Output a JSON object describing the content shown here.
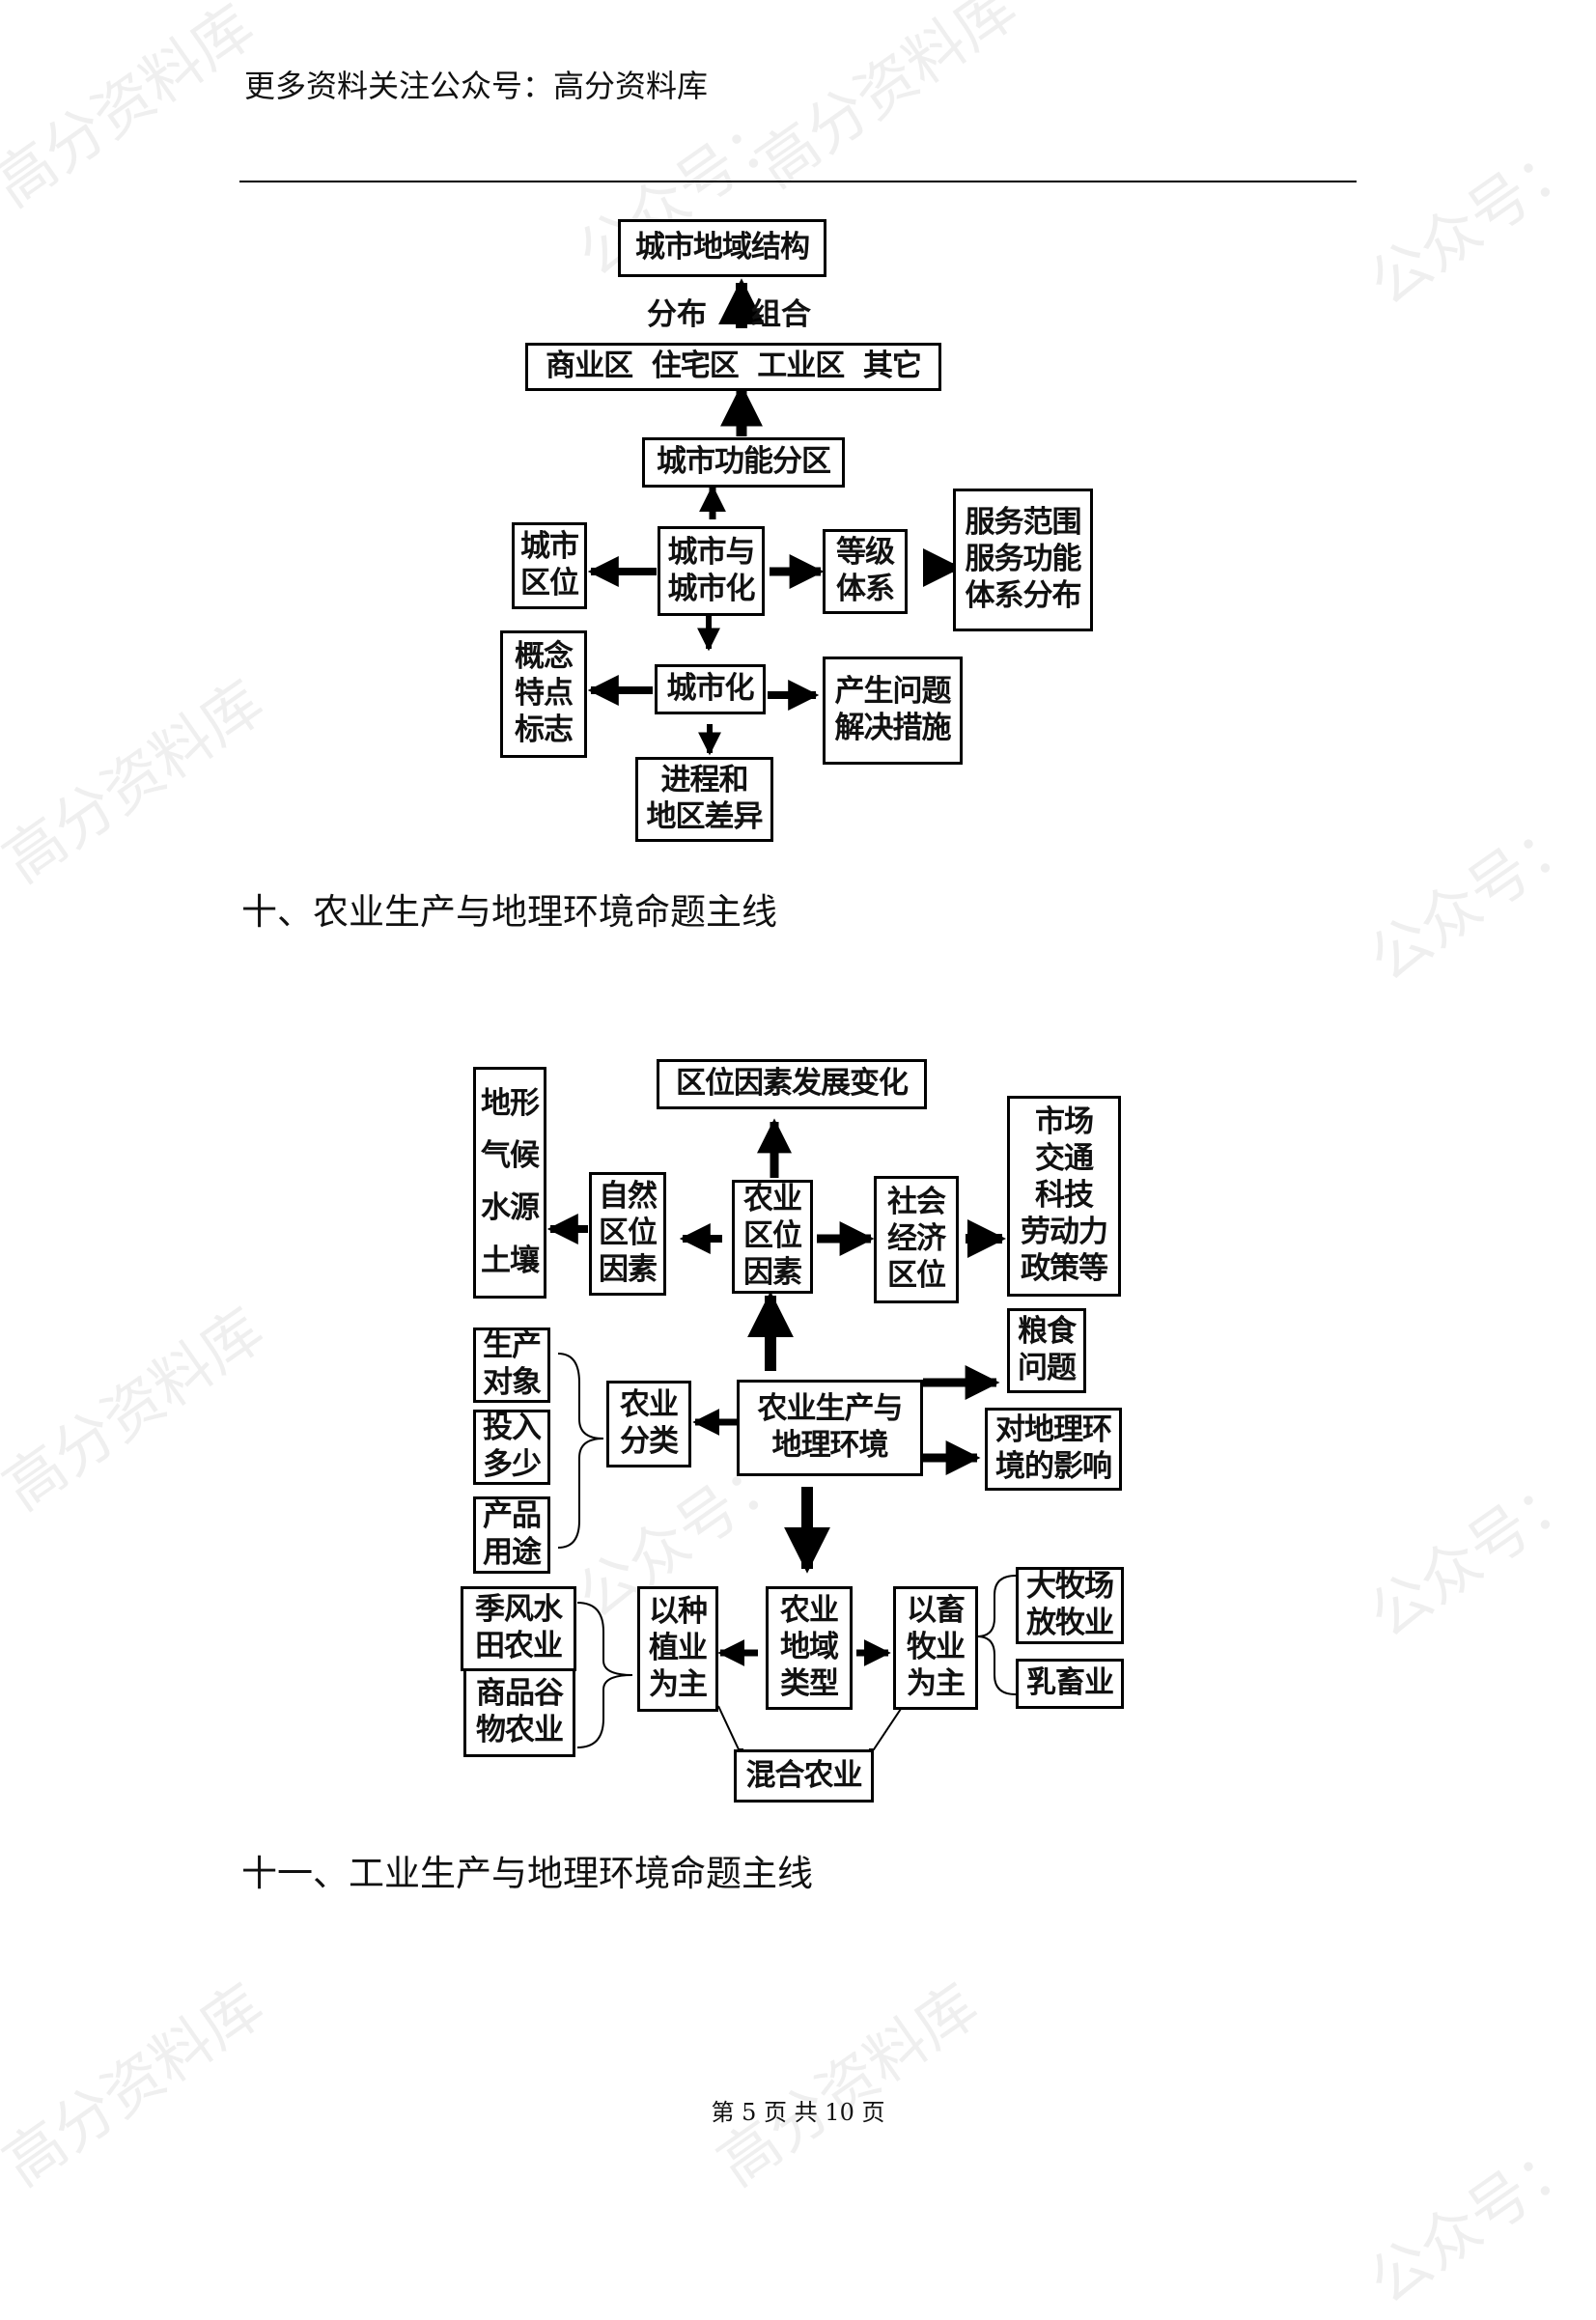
{
  "header": {
    "text": "更多资料关注公众号：高分资料库"
  },
  "watermark": [
    "高分资料库",
    "公众号：",
    "高分资料库",
    "公众号：",
    "高分资料库",
    "公众号：",
    "高分资料库",
    "公众号：",
    "高分资料库",
    "公众号：",
    "高分资料库",
    "公众号："
  ],
  "diagram1": {
    "city_structure": "城市地域结构",
    "label_left": "分布",
    "label_right": "组合",
    "zones": "商业区  住宅区  工业区  其它",
    "functional_zones": "城市功能分区",
    "center": [
      "城市与",
      "城市化"
    ],
    "location": [
      "城市",
      "区位"
    ],
    "hierarchy": [
      "等级",
      "体系"
    ],
    "service": [
      "服务范围",
      "服务功能",
      "体系分布"
    ],
    "urbanization": "城市化",
    "concept": [
      "概念",
      "特点",
      "标志"
    ],
    "problems": [
      "产生问题",
      "解决措施"
    ],
    "process": [
      "进程和",
      "地区差异"
    ]
  },
  "section10": {
    "title": "十、农业生产与地理环境命题主线"
  },
  "diagram2": {
    "factor_change": "区位因素发展变化",
    "natural_items": [
      "地形",
      "气候",
      "水源",
      "土壤"
    ],
    "natural": [
      "自然",
      "区位",
      "因素"
    ],
    "agri_location": [
      "农业",
      "区位",
      "因素"
    ],
    "social": [
      "社会",
      "经济",
      "区位"
    ],
    "social_items": [
      "市场",
      "交通",
      "科技",
      "劳动力",
      "政策等"
    ],
    "grain": [
      "粮食",
      "问题"
    ],
    "impact": [
      "对地理环",
      "境的影响"
    ],
    "center": [
      "农业生产与",
      "地理环境"
    ],
    "classify": [
      "农业",
      "分类"
    ],
    "class_object": [
      "生产",
      "对象"
    ],
    "class_input": [
      "投入",
      "多少"
    ],
    "class_use": [
      "产品",
      "用途"
    ],
    "region_types": [
      "农业",
      "地域",
      "类型"
    ],
    "crop": [
      "以种",
      "植业",
      "为主"
    ],
    "livestock": [
      "以畜",
      "牧业",
      "为主"
    ],
    "paddy": [
      "季风水",
      "田农业"
    ],
    "grain_farm": [
      "商品谷",
      "物农业"
    ],
    "ranch": [
      "大牧场",
      "放牧业"
    ],
    "dairy": [
      "乳畜业"
    ],
    "mixed": "混合农业"
  },
  "section11": {
    "title": "十一、工业生产与地理环境命题主线"
  },
  "footer": {
    "text": "第 5 页 共 10 页"
  }
}
